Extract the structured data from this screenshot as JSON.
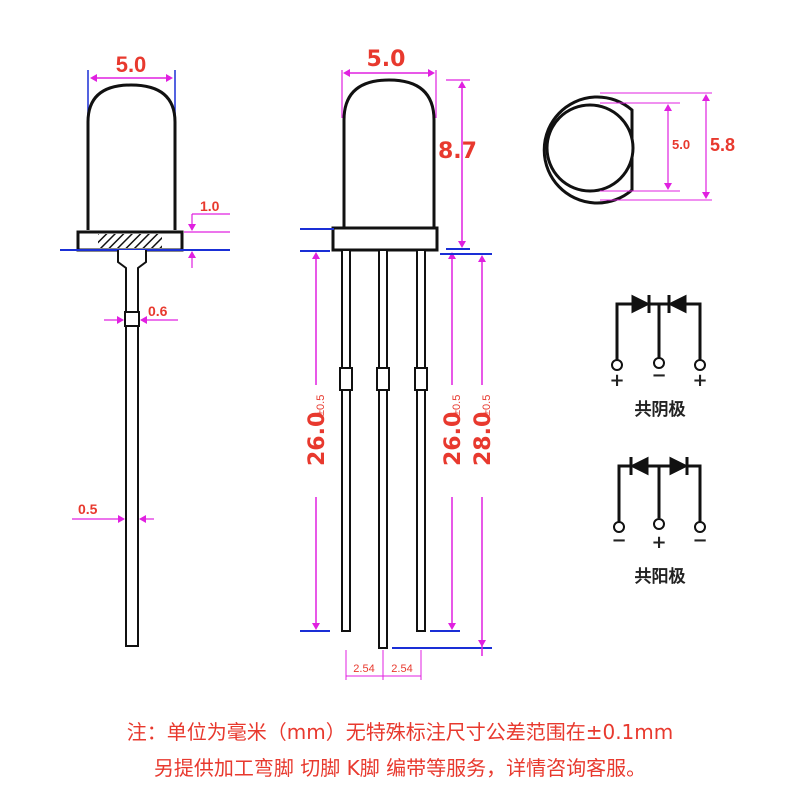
{
  "colors": {
    "outline": "#111111",
    "dimension_line": "#e020e0",
    "blue_line": "#1a2fd6",
    "dimension_text": "#e8392e"
  },
  "side_view": {
    "dome_diameter": "5.0",
    "flange_height": "1.0",
    "lead_width_thin": "0.6",
    "lead_width": "0.5"
  },
  "front_view": {
    "dome_diameter": "5.0",
    "body_height": "8.7",
    "short_lead_length": "26.0",
    "short_lead_tol": "±0.5",
    "mid_lead_length": "26.0",
    "mid_lead_tol": "±0.5",
    "long_lead_length": "28.0",
    "long_lead_tol": "±0.5",
    "pitch_left": "2.54",
    "pitch_right": "2.54"
  },
  "top_view": {
    "inner_diameter": "5.0",
    "outer_diameter": "5.8"
  },
  "schematics": [
    {
      "label": "共阴极",
      "pins": [
        "+",
        "−",
        "+"
      ]
    },
    {
      "label": "共阳极",
      "pins": [
        "−",
        "+",
        "−"
      ]
    }
  ],
  "notes": {
    "line1": "注：单位为毫米（mm）无特殊标注尺寸公差范围在±0.1mm",
    "line2": "另提供加工弯脚 切脚 K脚 编带等服务，详情咨询客服。"
  }
}
